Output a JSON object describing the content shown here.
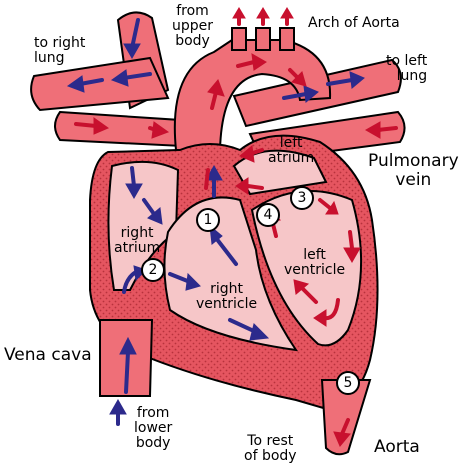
{
  "labels": {
    "from_upper_body": "from\nupper\nbody",
    "arch_of_aorta": "Arch of Aorta",
    "to_right_lung": "to right\nlung",
    "to_left_lung": "to left\nlung",
    "left_atrium": "left\natrium",
    "pulmonary_vein": "Pulmonary\nvein",
    "right_atrium": "right\natrium",
    "right_ventricle": "right\nventricle",
    "left_ventricle": "left\nventricle",
    "vena_cava": "Vena cava",
    "from_lower_body": "from\nlower\nbody",
    "to_rest_of_body": "To rest\nof body",
    "aorta": "Aorta"
  },
  "steps": [
    "1",
    "2",
    "3",
    "4",
    "5"
  ],
  "colors": {
    "outline": "#000000",
    "vessel": "#ef6f78",
    "muscle": "#e55560",
    "chamber": "#f6c6c8",
    "deoxygenated_arrow": "#2c2a8c",
    "oxygenated_arrow": "#c8102e"
  }
}
